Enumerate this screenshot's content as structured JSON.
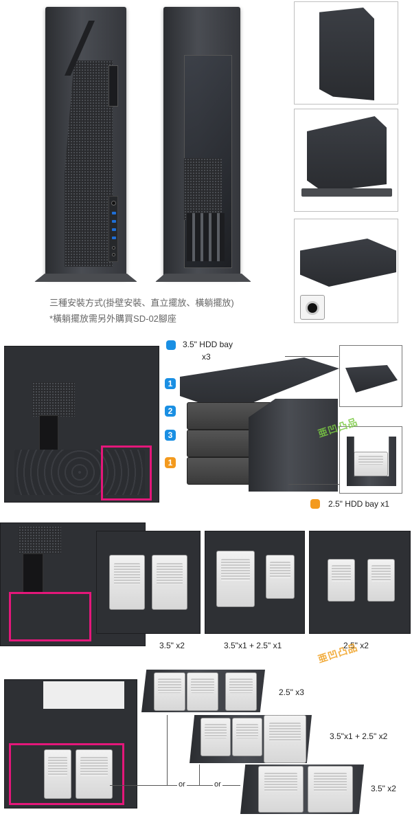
{
  "section1": {
    "caption_line1": "三種安裝方式(掛壁安裝、直立擺放、橫躺擺放)",
    "caption_line2": "*橫躺擺放需另外購買SD-02腳座"
  },
  "section2": {
    "bay35_label": "3.5\" HDD bay",
    "bay35_count": "x3",
    "badges": [
      "1",
      "2",
      "3",
      "1"
    ],
    "bay25_label": "2.5\" HDD bay x1",
    "colors": {
      "blue": "#1a8fe3",
      "orange": "#f39a1e",
      "pink": "#e4177a"
    }
  },
  "section3": {
    "labels": [
      "3.5\" x2",
      "3.5\"x1 + 2.5\" x1",
      "2.5\" x2"
    ]
  },
  "section4": {
    "labels": [
      "2.5\" x3",
      "3.5\"x1 + 2.5\" x2",
      "3.5\" x2"
    ],
    "or1": "or",
    "or2": "or"
  },
  "watermark": "亜凹凸品"
}
